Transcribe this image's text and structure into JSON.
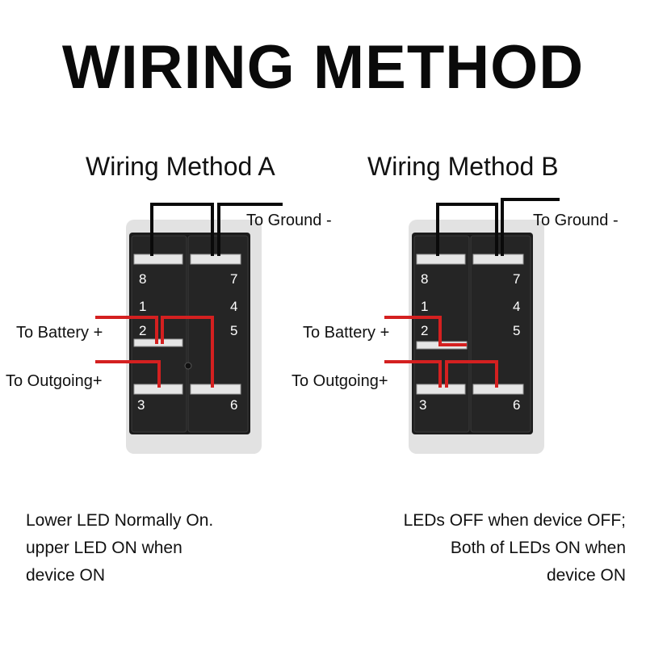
{
  "title": "WIRING METHOD",
  "method_a": {
    "title": "Wiring Method A",
    "ground_label": "To Ground -",
    "battery_label": "To Battery +",
    "outgoing_label": "To Outgoing+",
    "pins": [
      "8",
      "7",
      "1",
      "4",
      "2",
      "5",
      "3",
      "6"
    ],
    "note": [
      "Lower LED Normally On.",
      "upper LED ON when",
      "device ON"
    ]
  },
  "method_b": {
    "title": "Wiring Method B",
    "ground_label": "To Ground -",
    "battery_label": "To Battery +",
    "outgoing_label": "To Outgoing+",
    "pins": [
      "8",
      "7",
      "1",
      "4",
      "2",
      "5",
      "3",
      "6"
    ],
    "note": [
      "LEDs OFF when device OFF;",
      "Both of LEDs ON when",
      "device ON"
    ]
  },
  "colors": {
    "switch_body": "#1c1c1c",
    "switch_edge": "#d8d8d8",
    "wire_black": "#0a0a0a",
    "wire_red": "#d42020",
    "terminal": "#e6e6e6",
    "pin_text": "#ffffff"
  }
}
